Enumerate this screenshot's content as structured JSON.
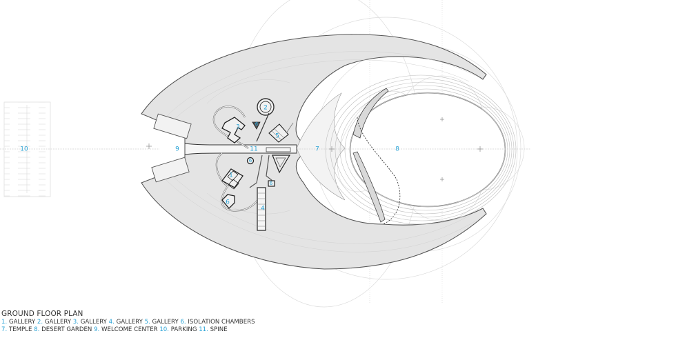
{
  "title": "GROUND FLOOR PLAN",
  "colors": {
    "label": "#2aa3d6",
    "ground": "#e3e3e3",
    "wall": "#333333",
    "construction_line": "#cfcfcf"
  },
  "legend": [
    [
      {
        "num": "1.",
        "text": "GALLERY"
      },
      {
        "num": "2.",
        "text": "GALLERY"
      },
      {
        "num": "3.",
        "text": "GALLERY"
      },
      {
        "num": "4.",
        "text": "GALLERY"
      },
      {
        "num": "5.",
        "text": "GALLERY"
      },
      {
        "num": "6.",
        "text": "ISOLATION CHAMBERS"
      }
    ],
    [
      {
        "num": "7.",
        "text": "TEMPLE"
      },
      {
        "num": "8.",
        "text": "DESERT GARDEN"
      },
      {
        "num": "9.",
        "text": "WELCOME CENTER"
      },
      {
        "num": "10.",
        "text": "PARKING"
      },
      {
        "num": "11.",
        "text": "SPINE"
      }
    ]
  ],
  "plan_labels": {
    "parking": "10",
    "welcome_center": "9",
    "spine": "11",
    "temple": "7",
    "desert_garden": "8",
    "gallery_1": "1",
    "gallery_2": "2",
    "gallery_3": "3",
    "gallery_4": "4",
    "gallery_5": "5",
    "isolation_a": "6",
    "isolation_b": "6",
    "isolation_c": "6",
    "isolation_d": "6",
    "isolation_e": "6"
  }
}
